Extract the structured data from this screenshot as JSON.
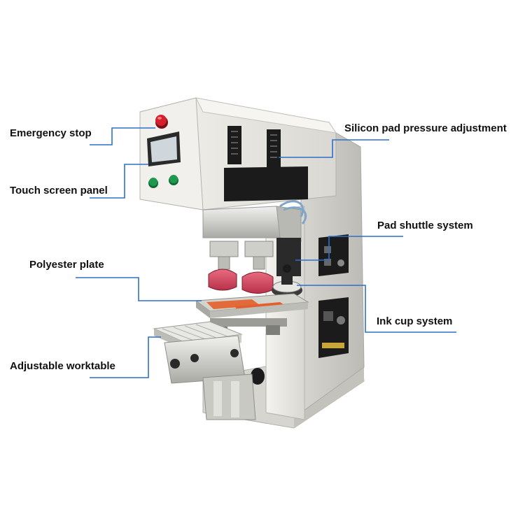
{
  "colors": {
    "leader_line": "#2f6fc9",
    "machine_body": "#ebeae5",
    "machine_shadow": "#c9c8c2",
    "dark_panel": "#1b1b1b",
    "pad_red": "#d8455c",
    "ink_orange": "#e2602e",
    "button_green": "#1d9a4f",
    "button_red": "#d4202a"
  },
  "labels": {
    "emergency_stop": "Emergency stop",
    "touch_screen_panel": "Touch screen panel",
    "polyester_plate": "Polyester plate",
    "adjustable_worktable": "Adjustable worktable",
    "silicon_pad_pressure_adjustment": "Silicon pad pressure adjustment",
    "pad_shuttle_system": "Pad shuttle system",
    "ink_cup_system": "Ink cup system"
  },
  "icons": {
    "emergency_stop": "red-mushroom-button",
    "start_buttons": "green-push-buttons",
    "touch_screen": "lcd-screen"
  }
}
